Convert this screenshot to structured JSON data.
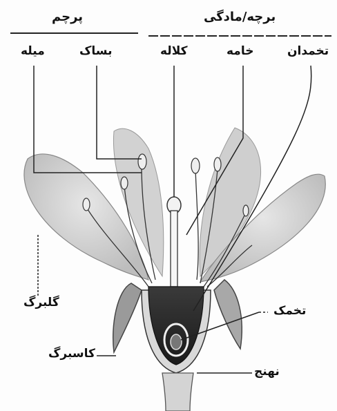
{
  "labels": {
    "stamen": "پرچم",
    "pistil": "برچه/مادگی",
    "filament": "میله",
    "anther": "بساک",
    "stigma": "کلاله",
    "style": "خامه",
    "ovary": "تخمدان",
    "petal": "گلبرگ",
    "sepal": "کاسبرگ",
    "ovule": "تخمک",
    "receptacle": "نهنج"
  }
}
